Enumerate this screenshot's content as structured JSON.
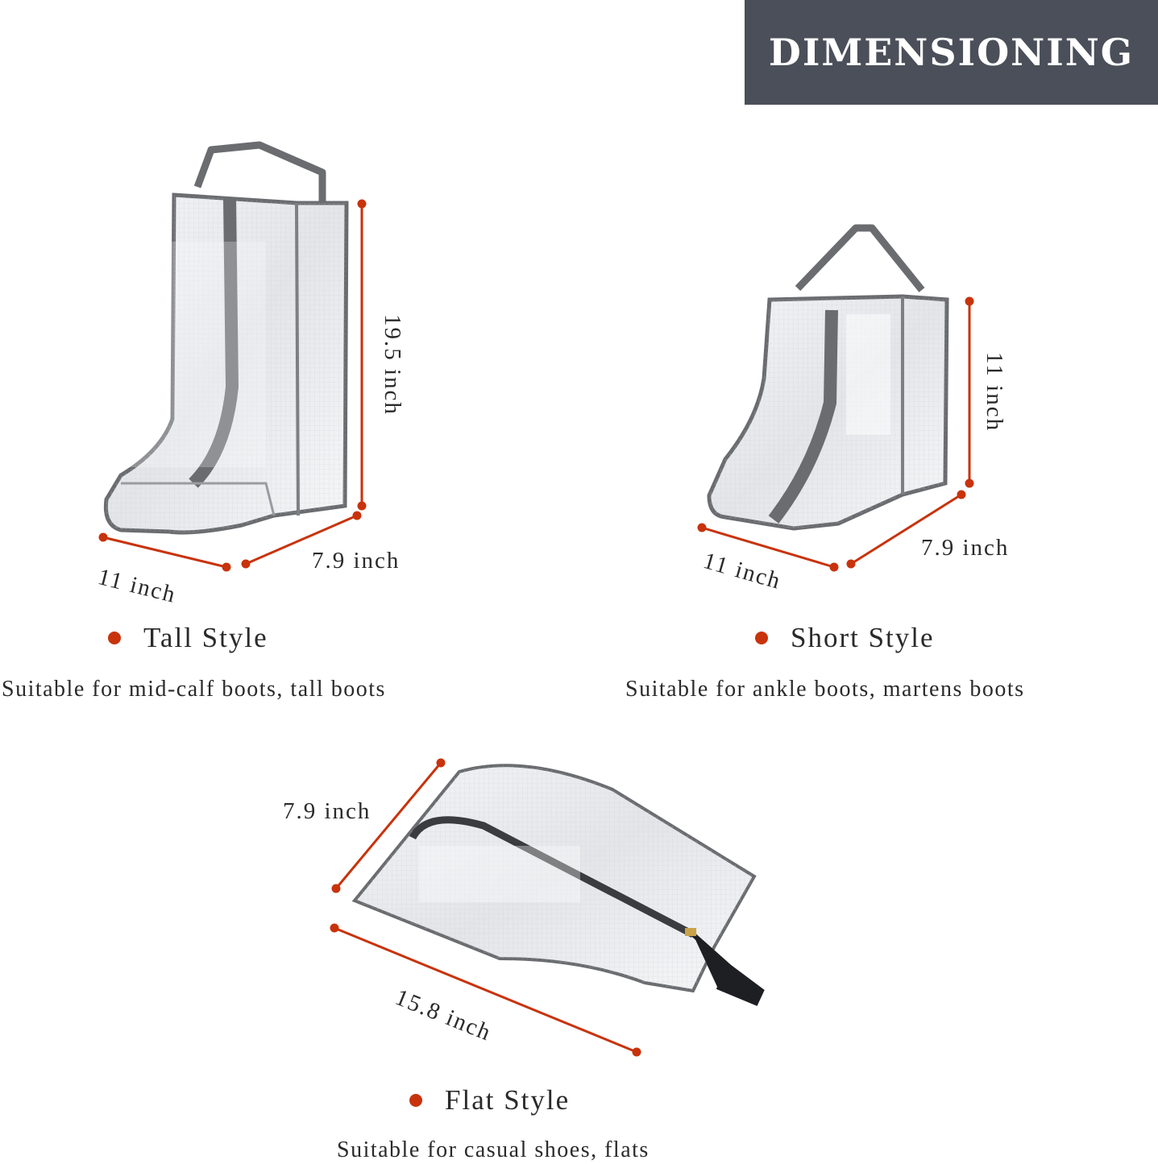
{
  "banner": {
    "title": "DIMENSIONING",
    "background": "#4a4f59"
  },
  "accent_color": "#c8330c",
  "products": {
    "tall": {
      "name": "Tall Style",
      "description": "Suitable for mid-calf boots, tall boots",
      "height": "19.5 inch",
      "width": "11 inch",
      "depth": "7.9 inch"
    },
    "short": {
      "name": "Short Style",
      "description": "Suitable for ankle boots, martens boots",
      "height": "11 inch",
      "width": "11 inch",
      "depth": "7.9 inch"
    },
    "flat": {
      "name": "Flat Style",
      "description": "Suitable for casual shoes, flats",
      "width": "7.9 inch",
      "length": "15.8 inch"
    }
  }
}
